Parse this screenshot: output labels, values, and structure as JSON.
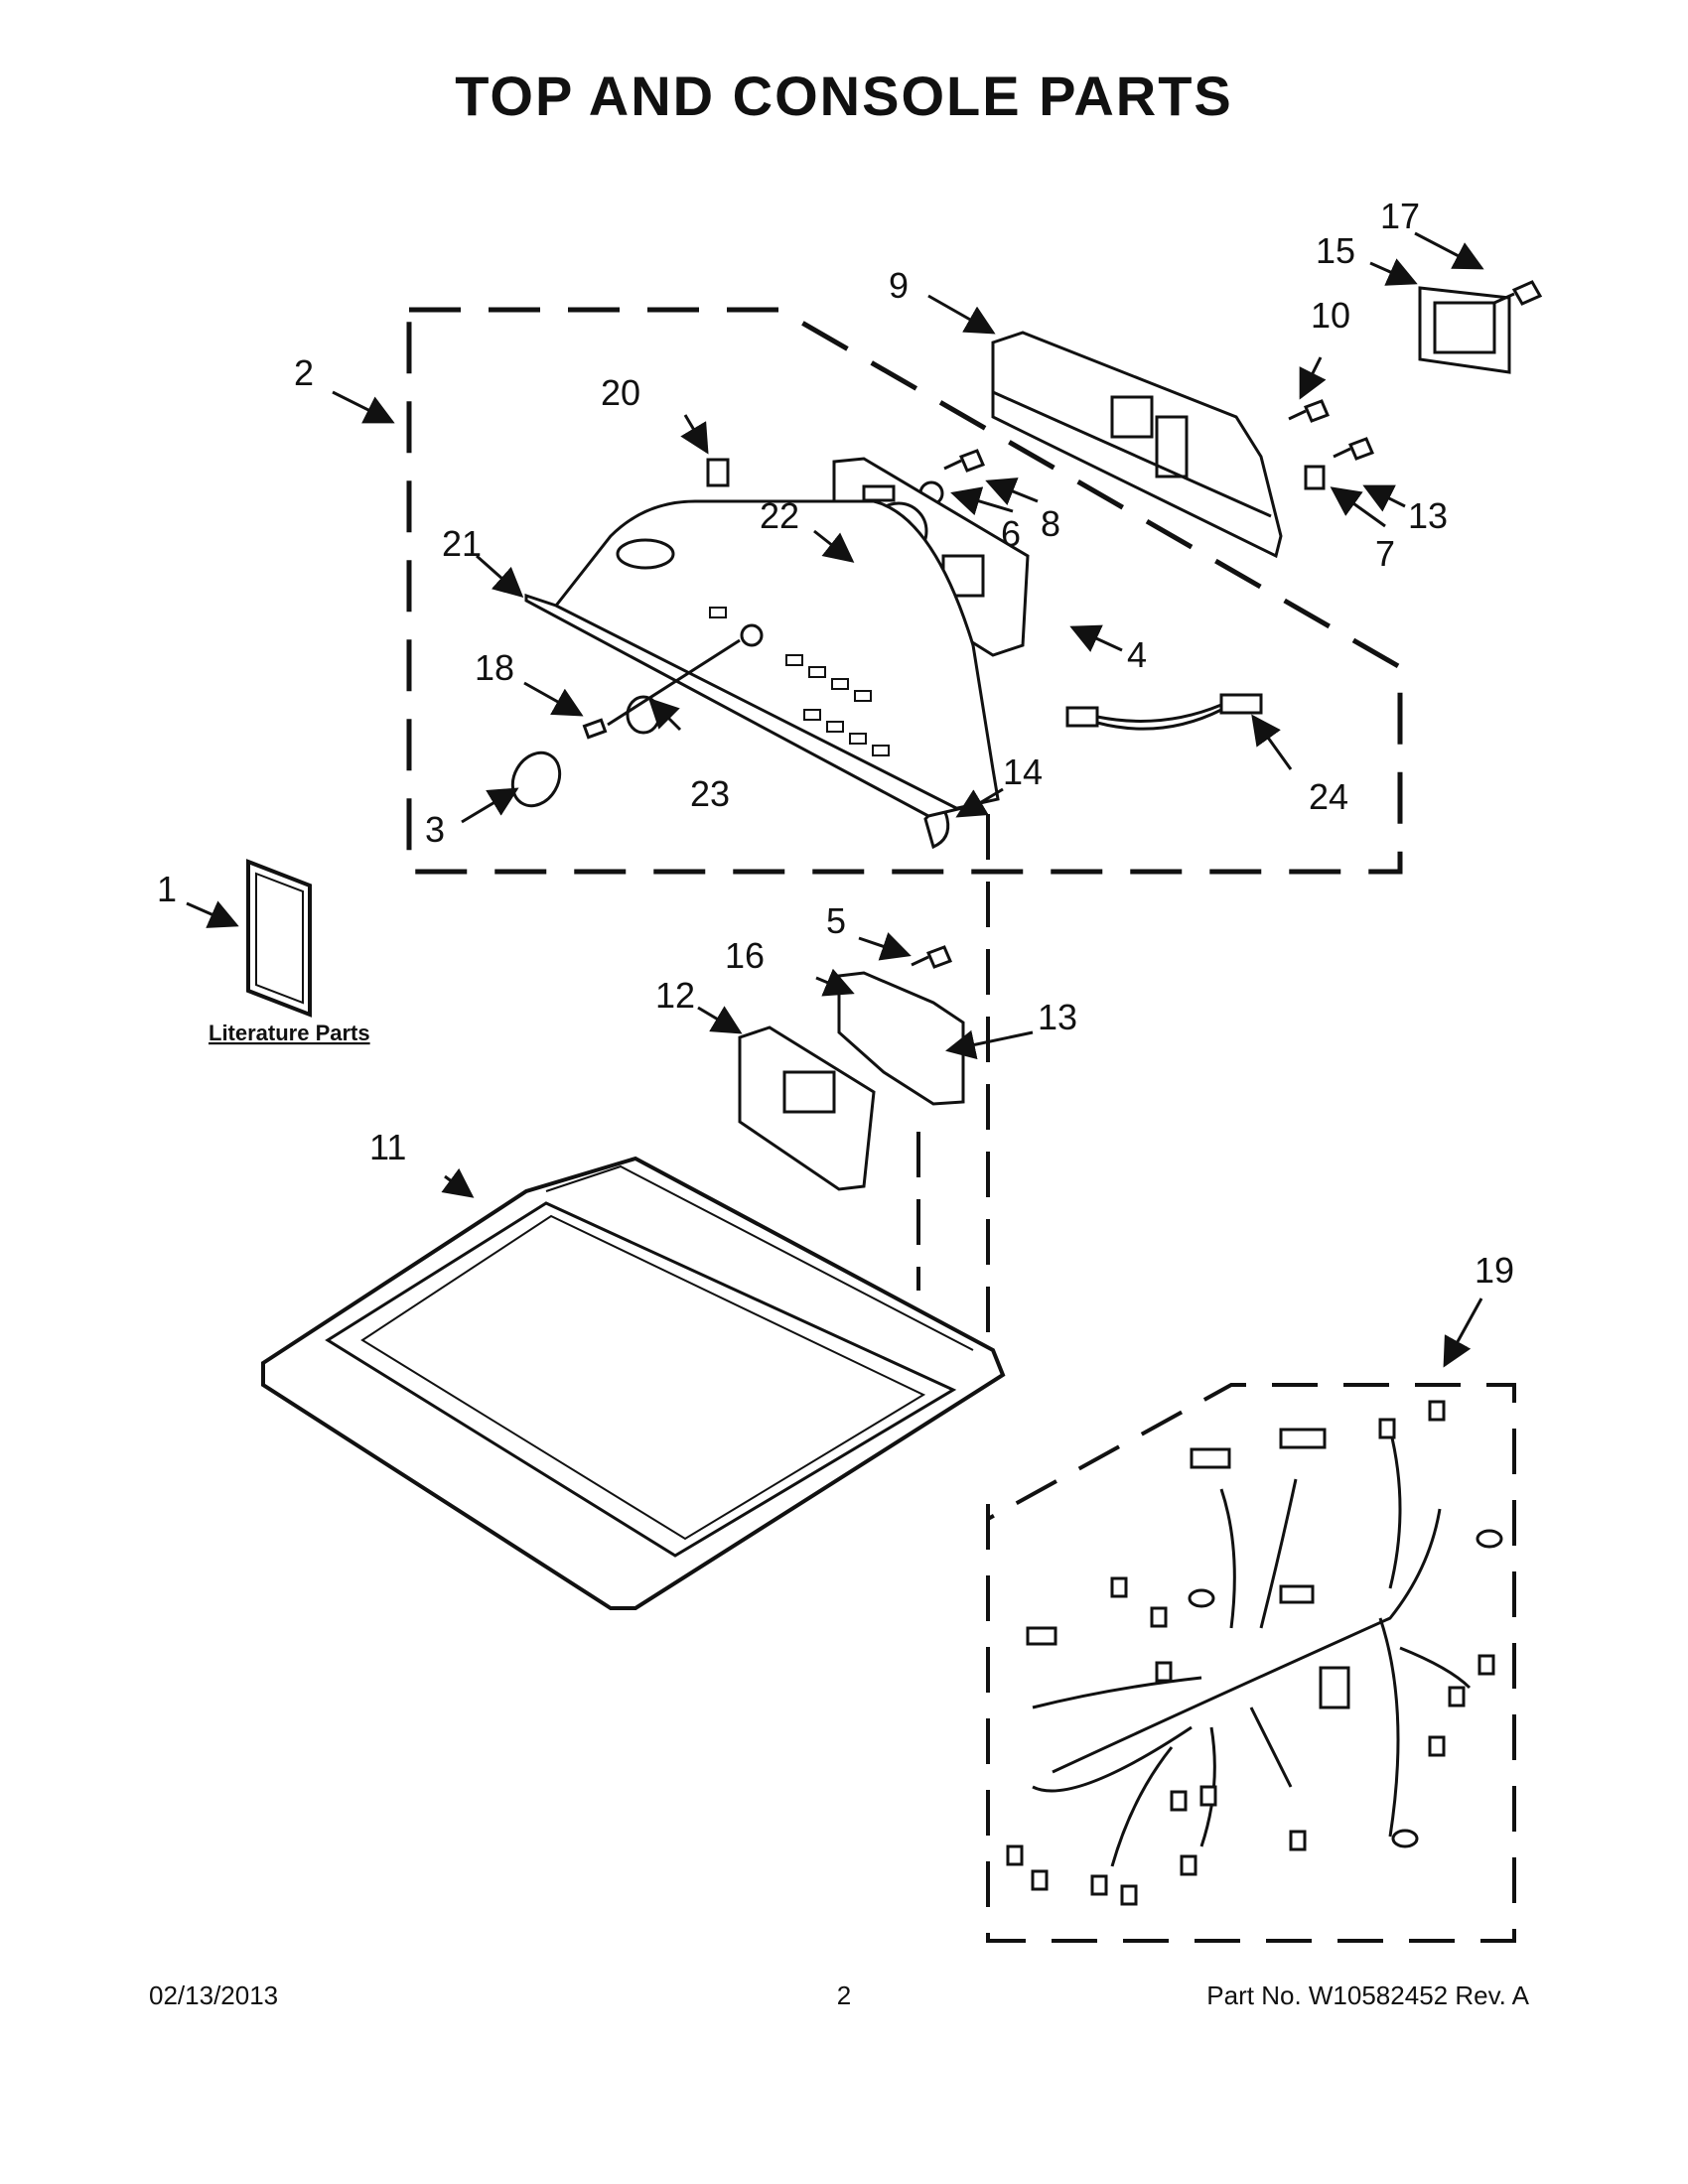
{
  "title": "TOP AND CONSOLE PARTS",
  "literature_label": "Literature Parts",
  "callouts": [
    {
      "id": "c1",
      "text": "1"
    },
    {
      "id": "c2",
      "text": "2"
    },
    {
      "id": "c3",
      "text": "3"
    },
    {
      "id": "c4",
      "text": "4"
    },
    {
      "id": "c5",
      "text": "5"
    },
    {
      "id": "c6",
      "text": "6"
    },
    {
      "id": "c7",
      "text": "7"
    },
    {
      "id": "c8",
      "text": "8"
    },
    {
      "id": "c9",
      "text": "9"
    },
    {
      "id": "c10",
      "text": "10"
    },
    {
      "id": "c11",
      "text": "11"
    },
    {
      "id": "c12",
      "text": "12"
    },
    {
      "id": "c13a",
      "text": "13"
    },
    {
      "id": "c13b",
      "text": "13"
    },
    {
      "id": "c14",
      "text": "14"
    },
    {
      "id": "c15",
      "text": "15"
    },
    {
      "id": "c16",
      "text": "16"
    },
    {
      "id": "c17",
      "text": "17"
    },
    {
      "id": "c18",
      "text": "18"
    },
    {
      "id": "c19",
      "text": "19"
    },
    {
      "id": "c20",
      "text": "20"
    },
    {
      "id": "c21",
      "text": "21"
    },
    {
      "id": "c22",
      "text": "22"
    },
    {
      "id": "c23",
      "text": "23"
    },
    {
      "id": "c24",
      "text": "24"
    }
  ],
  "footer": {
    "date": "02/13/2013",
    "page": "2",
    "part_no": "Part No.  W10582452  Rev.  A"
  }
}
